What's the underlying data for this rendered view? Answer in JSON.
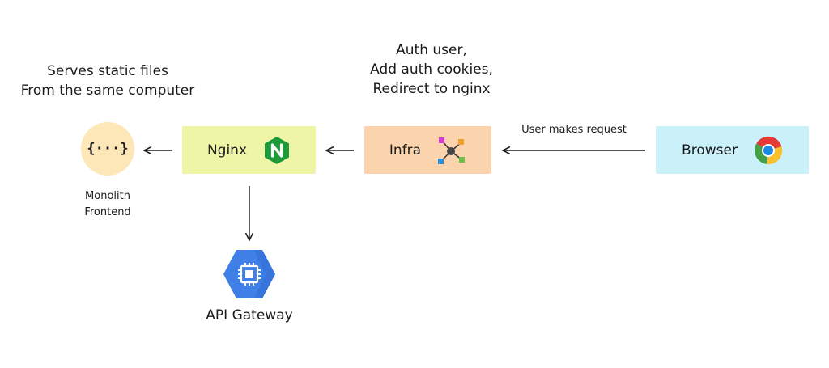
{
  "notes": {
    "serves_line1": "Serves static files",
    "serves_line2": "From the same computer",
    "auth_line1": "Auth user,",
    "auth_line2": "Add auth cookies,",
    "auth_line3": "Redirect to nginx"
  },
  "nodes": {
    "monolith": {
      "line1": "Monolith",
      "line2": "Frontend",
      "icon_text": "{···}",
      "icon": "curly-braces-icon",
      "color": "#fde7b8"
    },
    "nginx": {
      "label": "Nginx",
      "icon": "nginx-logo-icon",
      "icon_letter": "N",
      "color": "#eef5a6",
      "logo_color": "#1f9a3a"
    },
    "infra": {
      "label": "Infra",
      "icon": "network-hub-icon",
      "color": "#fbd3ad"
    },
    "browser": {
      "label": "Browser",
      "icon": "chrome-logo-icon",
      "color": "#caf0f9"
    },
    "gateway": {
      "label": "API Gateway",
      "icon": "chip-hexagon-icon",
      "color": "#3f7fe6"
    }
  },
  "edges": {
    "user_request": "User makes request"
  }
}
